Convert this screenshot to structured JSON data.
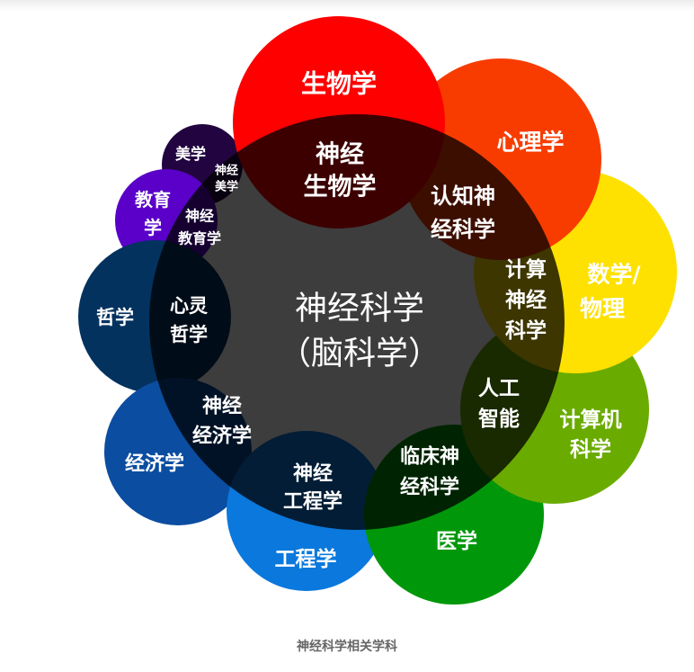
{
  "caption": "神经科学相关学科",
  "center": {
    "line1": "神经科学",
    "line2": "（脑科学）",
    "color": "#000000"
  },
  "fields": [
    {
      "id": "biology",
      "label": [
        "生物学"
      ],
      "overlap": [
        "神经",
        "生物学"
      ],
      "color": "#fe0000"
    },
    {
      "id": "psychology",
      "label": [
        "心理学"
      ],
      "overlap": [
        "认知神",
        "经科学"
      ],
      "color": "#f83c00"
    },
    {
      "id": "math-physics",
      "label": [
        "数学/",
        "物理"
      ],
      "overlap": [
        "计算",
        "神经",
        "科学"
      ],
      "color": "#fee100"
    },
    {
      "id": "computer-science",
      "label": [
        "计算机",
        "科学"
      ],
      "overlap": [
        "人工",
        "智能"
      ],
      "color": "#6aab00"
    },
    {
      "id": "medicine",
      "label": [
        "医学"
      ],
      "overlap": [
        "临床神",
        "经科学"
      ],
      "color": "#00980a"
    },
    {
      "id": "engineering",
      "label": [
        "工程学"
      ],
      "overlap": [
        "神经",
        "工程学"
      ],
      "color": "#0a78dc"
    },
    {
      "id": "economics",
      "label": [
        "经济学"
      ],
      "overlap": [
        "神经",
        "经济学"
      ],
      "color": "#0b4da0"
    },
    {
      "id": "philosophy",
      "label": [
        "哲学"
      ],
      "overlap": [
        "心灵",
        "哲学"
      ],
      "color": "#03325f"
    },
    {
      "id": "education",
      "label": [
        "教育",
        "学"
      ],
      "overlap": [
        "神经",
        "教育学"
      ],
      "color": "#5a00c8"
    },
    {
      "id": "aesthetics",
      "label": [
        "美学"
      ],
      "overlap": [
        "神经",
        "美学"
      ],
      "color": "#220540"
    }
  ]
}
